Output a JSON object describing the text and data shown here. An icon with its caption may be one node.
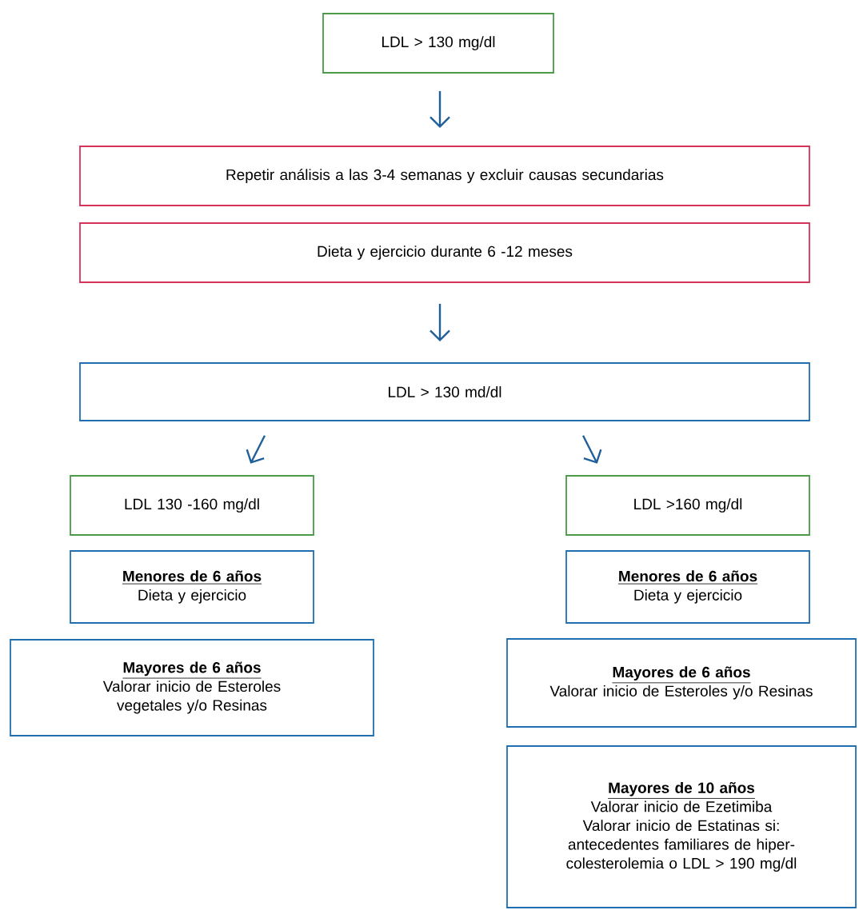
{
  "diagram": {
    "nodes": [
      {
        "text": [
          "LDL > 130 mg/dl"
        ]
      },
      {
        "text": [
          "Repetir análisis a las 3-4 semanas y excluir causas secundarias"
        ]
      },
      {
        "text": [
          "Dieta y ejercicio durante 6 -12 meses"
        ]
      },
      {
        "text": [
          "LDL > 130 md/dl"
        ]
      },
      {
        "text": [
          "LDL 130 -160 mg/dl"
        ]
      },
      {
        "text": [
          "LDL >160 mg/dl"
        ]
      },
      {
        "text": [
          "Menores de 6 años",
          "Dieta y ejercicio"
        ]
      },
      {
        "text": [
          "Menores de 6 años",
          "Dieta y ejercicio"
        ]
      },
      {
        "text": [
          "Mayores de 6 años",
          "Valorar inicio de Esteroles vegetales y/o Resinas"
        ]
      },
      {
        "text": [
          "Mayores de 6 años",
          "Valorar inicio de Esteroles y/o Resinas"
        ]
      },
      {
        "text": [
          "Mayores de 10 años",
          "Valorar inicio de Ezetimiba",
          "Valorar inicio de Estatinas si: antecedentes familiares de hiper-colesterolemia o LDL > 190 mg/dl"
        ]
      }
    ],
    "edges": [
      {
        "from": 0,
        "to": 1,
        "arrow": "to"
      },
      {
        "from": 2,
        "to": 3,
        "arrow": "to"
      },
      {
        "from": 3,
        "to": 4,
        "arrow": "to"
      },
      {
        "from": 3,
        "to": 5,
        "arrow": "to"
      }
    ]
  }
}
